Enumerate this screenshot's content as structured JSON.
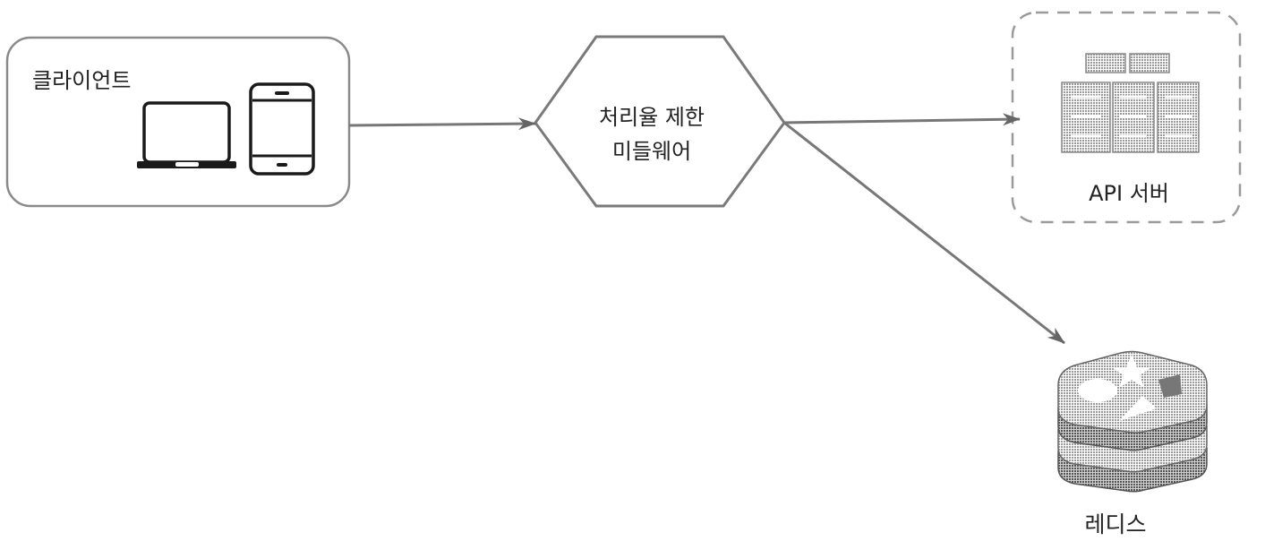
{
  "nodes": {
    "client": {
      "label": "클라이언트",
      "icons": [
        "laptop-icon",
        "smartphone-icon"
      ]
    },
    "middleware": {
      "line1": "처리율 제한",
      "line2": "미들웨어"
    },
    "api_server": {
      "label": "API 서버",
      "icons": [
        "server-rack-icon"
      ]
    },
    "redis": {
      "label": "레디스",
      "icons": [
        "redis-logo-icon"
      ]
    }
  },
  "edges": [
    {
      "from": "client",
      "to": "middleware"
    },
    {
      "from": "middleware",
      "to": "api_server"
    },
    {
      "from": "middleware",
      "to": "redis"
    }
  ],
  "colors": {
    "stroke": "#1a1a1a",
    "fill_light": "#bdbdbd",
    "fill_dark": "#6e6e6e"
  }
}
